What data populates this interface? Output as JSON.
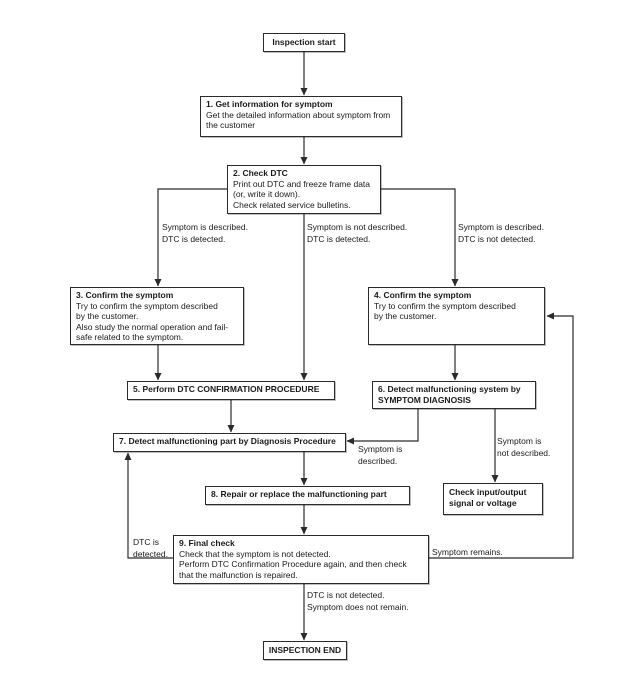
{
  "diagram": {
    "nodes": {
      "start": {
        "label": "Inspection start"
      },
      "step1": {
        "title": "1. Get information for symptom",
        "body": "Get the detailed information about symptom from\nthe customer"
      },
      "step2": {
        "title": "2. Check DTC",
        "body": "Print out DTC and freeze frame data\n(or, write it down).\nCheck related service bulletins."
      },
      "step3": {
        "title": "3. Confirm the symptom",
        "body": "Try to confirm the symptom described\nby the customer.\nAlso study the normal operation and fail-\nsafe related to the symptom."
      },
      "step4": {
        "title": "4. Confirm the symptom",
        "body": "Try to confirm the symptom described\nby the customer."
      },
      "step5": {
        "title": "5. Perform DTC CONFIRMATION PROCEDURE"
      },
      "step6": {
        "title": "6. Detect malfunctioning system by\nSYMPTOM DIAGNOSIS"
      },
      "step7": {
        "title": "7. Detect malfunctioning part by Diagnosis Procedure"
      },
      "step8": {
        "title": "8. Repair or replace the malfunctioning part"
      },
      "step9": {
        "title": "9. Final check",
        "body": "Check that the symptom is not detected.\nPerform DTC Confirmation Procedure again, and then check\nthat the malfunction is repaired."
      },
      "check_io": {
        "title": "Check input/output\nsignal or voltage"
      },
      "end": {
        "label": "INSPECTION END"
      }
    },
    "edge_labels": {
      "left_branch": "Symptom is described.\nDTC is detected.",
      "mid_branch": "Symptom is not described.\nDTC is detected.",
      "right_branch": "Symptom is described.\nDTC is not detected.",
      "symptom_described": "Symptom is\ndescribed.",
      "symptom_not_described": "Symptom is\nnot described.",
      "dtc_detected": "DTC is\ndetected.",
      "symptom_remains": "Symptom remains.",
      "end_condition": "DTC is not detected.\nSymptom does not remain."
    },
    "colors": {
      "background": "#ffffff",
      "line": "#2b2b2b",
      "text": "#1a1a1a"
    }
  }
}
